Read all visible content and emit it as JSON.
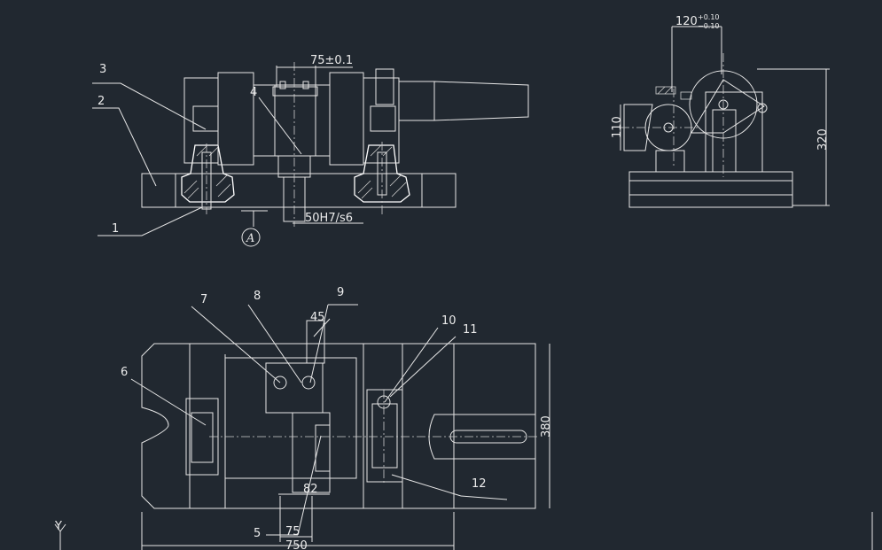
{
  "drawing": {
    "background": "#212830",
    "line_color": "#e6e6e6"
  },
  "front_view": {
    "dim_top": "75±0.1",
    "dim_bottom": "50H7/s6",
    "section_marker": "A",
    "callouts": [
      "1",
      "2",
      "3",
      "4"
    ]
  },
  "side_view": {
    "dim_width_base": "120",
    "dim_width_tol_upper": "+0.10",
    "dim_width_tol_lower": "−0.10",
    "dim_height_left": "110",
    "dim_height_right": "320"
  },
  "top_view": {
    "callouts": [
      "5",
      "6",
      "7",
      "8",
      "9",
      "10",
      "11",
      "12"
    ],
    "dim_angle": "45",
    "dim_height": "380",
    "dim_82": "82",
    "dim_75": "75",
    "dim_750": "750"
  },
  "ucs": {
    "axis_y": "Y"
  }
}
